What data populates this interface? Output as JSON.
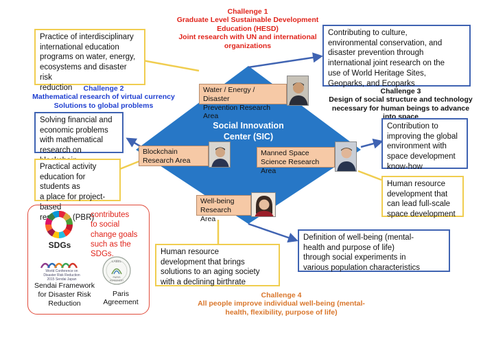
{
  "challenge1": {
    "title": "Challenge 1",
    "line1": "Graduate Level Sustainable Development",
    "line2": "Education (HESD)",
    "line3": "Joint research with UN and international",
    "line4": "organizations"
  },
  "challenge2": {
    "title": "Challenge 2",
    "line1": "Mathematical research of virtual currency",
    "line2": "Solutions to global problems"
  },
  "challenge3": {
    "title": "Challenge 3",
    "line1": "Design of social structure and technology",
    "line2": "necessary for human beings to advance",
    "line3": "into space"
  },
  "challenge4": {
    "title": "Challenge 4",
    "line1": "All people improve individual well-being (mental-",
    "line2": "health, flexibility, purpose of life)"
  },
  "center": {
    "line1": "Social Innovation",
    "line2": "Center (SIC)"
  },
  "areas": {
    "water": {
      "line1": "Water / Energy / Disaster",
      "line2": "Prevention Research Area"
    },
    "blockchain": {
      "line1": "Blockchain",
      "line2": "Research Area"
    },
    "space": {
      "line1": "Manned Space",
      "line2": "Science Research Area"
    },
    "wellbeing": {
      "line1": "Well-being",
      "line2": "Research Area"
    }
  },
  "boxes": {
    "interdisciplinary": [
      "Practice of interdisciplinary",
      "international education",
      "programs on water, energy,",
      "ecosystems and disaster risk",
      "reduction"
    ],
    "culture": [
      "Contributing to culture,",
      "environmental conservation, and",
      "disaster prevention through",
      "international joint research on the",
      "use of World Heritage Sites,",
      "Geoparks, and Ecoparks"
    ],
    "financial": [
      "Solving financial and",
      "economic problems",
      "with mathematical",
      "research on blockchain"
    ],
    "pbr": [
      "Practical activity",
      "education for students as",
      "a place for project-based",
      "research (PBR)"
    ],
    "global_env": [
      "Contribution to",
      "improving the global",
      "environment with",
      "space development",
      "know-how"
    ],
    "space_hr": [
      "Human resource",
      "development that",
      "can lead full-scale",
      "space development"
    ],
    "wellbeing_def": [
      "Definition of well-being (mental-",
      "health and purpose of life)",
      "through social experiments in",
      "various population characteristics"
    ],
    "aging": [
      "Human resource",
      "development that brings",
      "solutions to an aging society",
      "with a declining birthrate"
    ]
  },
  "sdg": {
    "label": "SDGs",
    "contributes": [
      "contributes",
      "to social",
      "change goals",
      "such as the",
      "SDGs."
    ],
    "wcdrr": [
      "World Conference on",
      "Disaster Risk Reduction",
      "2015 Sendai Japan"
    ],
    "sendai": [
      "Sendai Framework",
      "for Disaster Risk",
      "Reduction"
    ],
    "paris_badge": [
      "LABEL",
      "PARIS",
      "AGREEMENT"
    ],
    "paris": "Paris Agreement"
  },
  "colors": {
    "challenge1": "#e0241b",
    "challenge2": "#1f3fd0",
    "challenge4": "#d9762b",
    "diamond": "#2777c6",
    "yellow_border": "#f0cd4f",
    "blue_border": "#3f63b2",
    "area_fill": "#f6c9a6",
    "sdg_frame": "#e04a3a"
  }
}
